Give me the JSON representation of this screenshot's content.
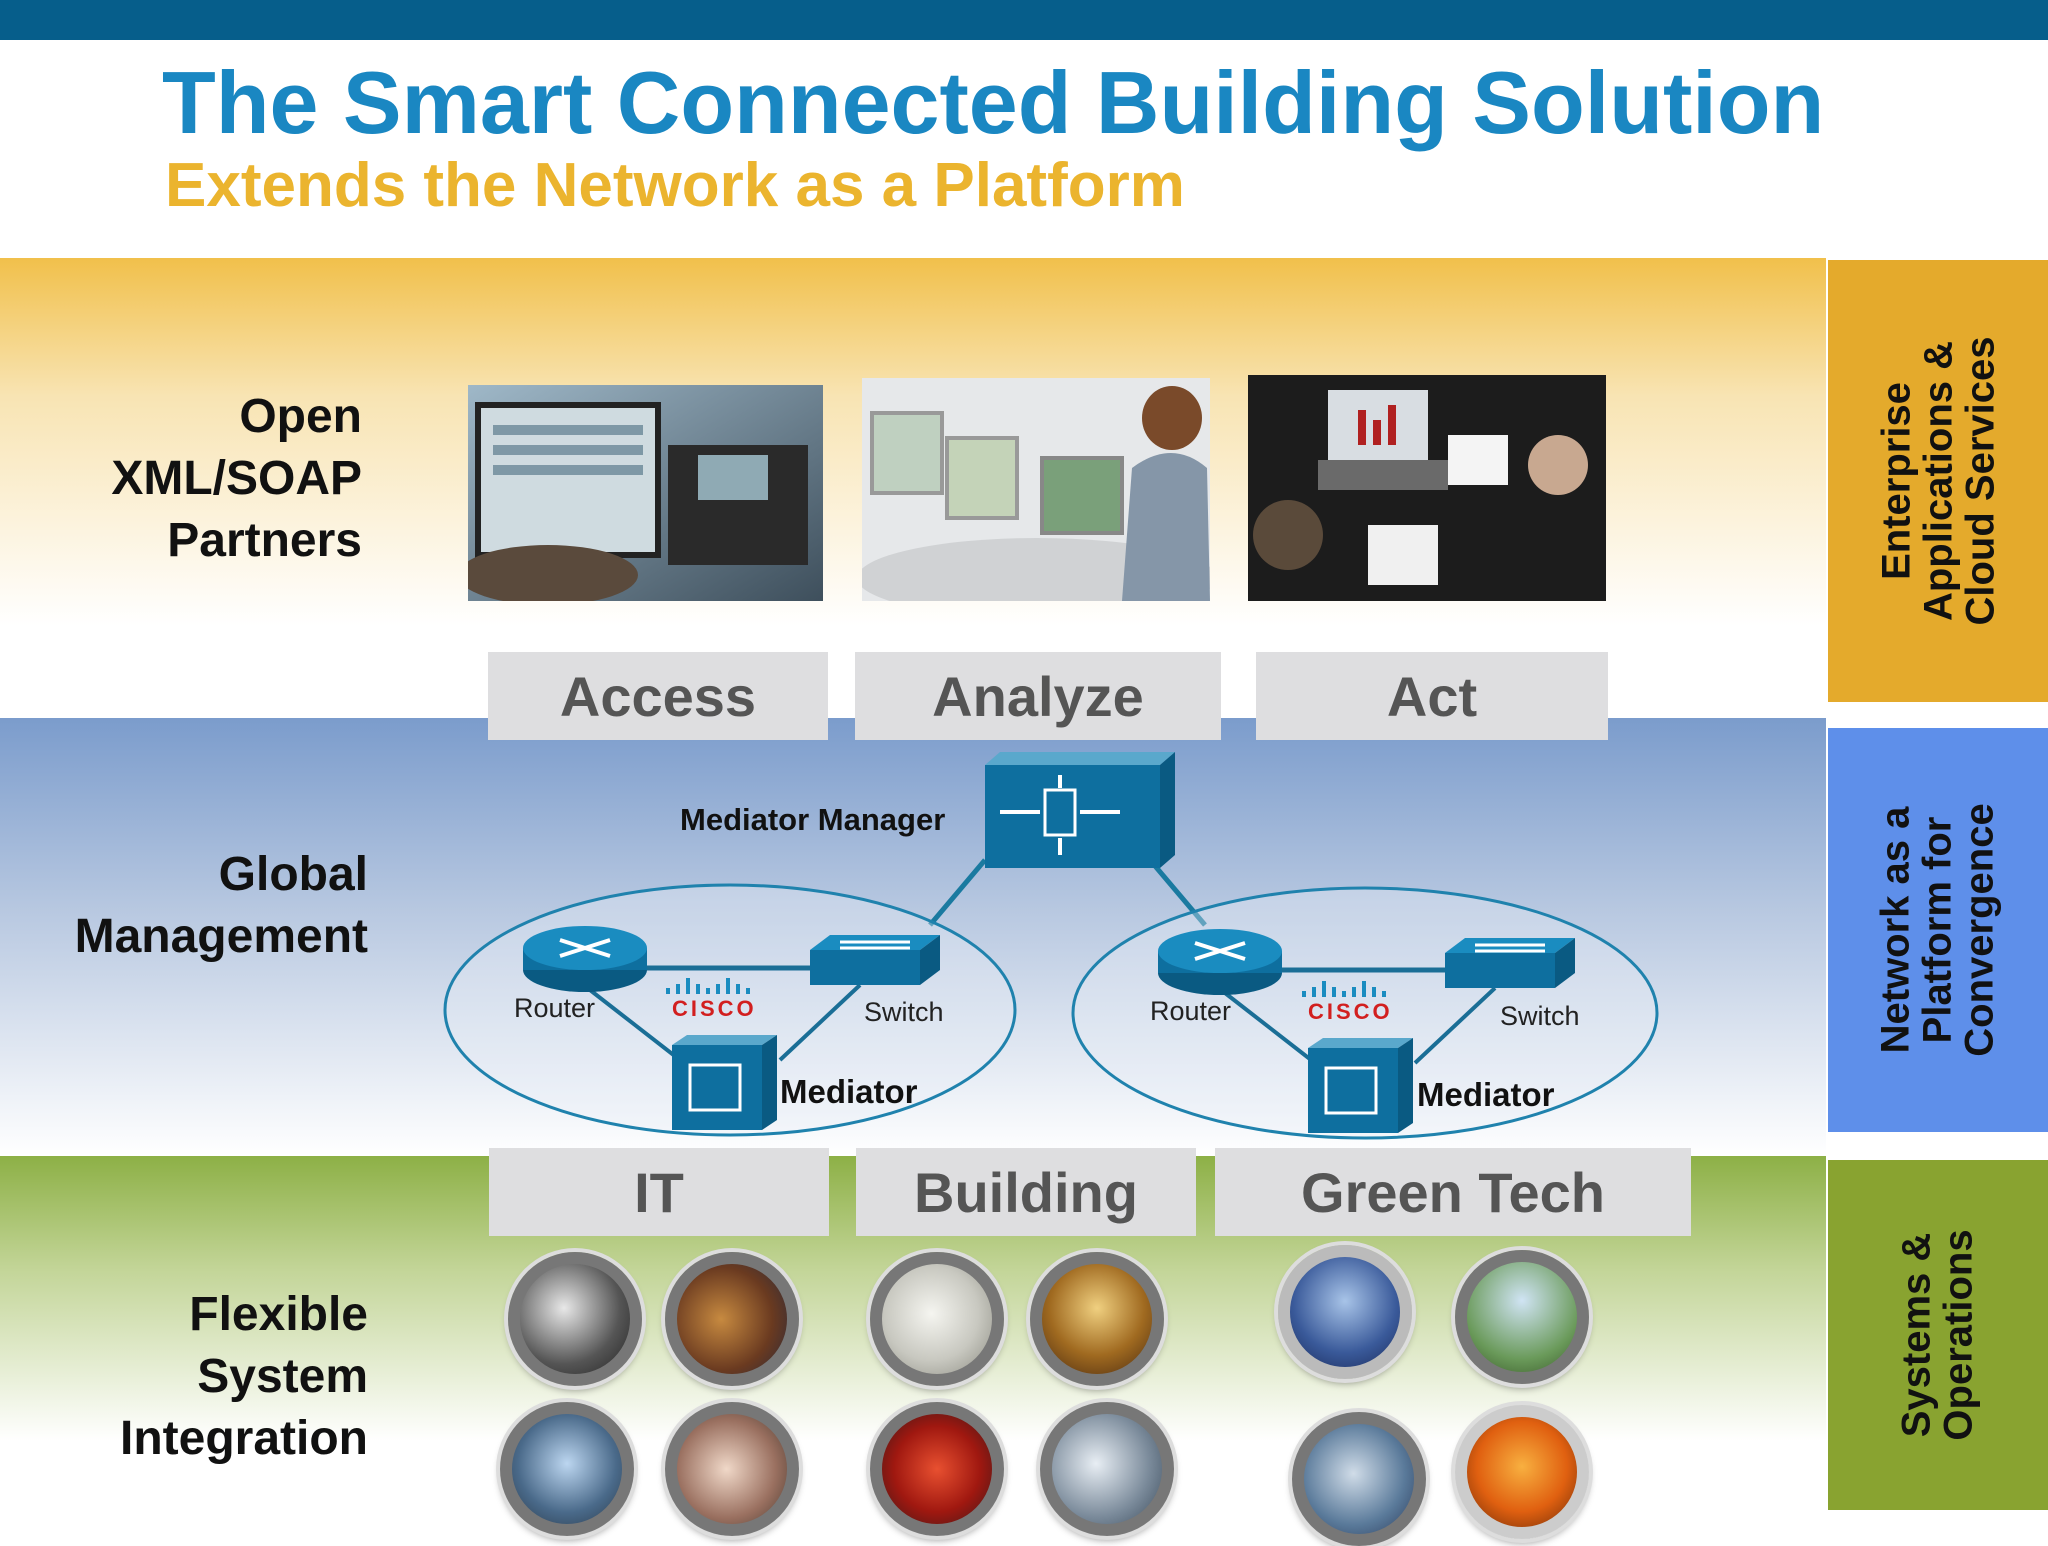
{
  "header": {
    "title": "The Smart Connected Building Solution",
    "subtitle": "Extends the Network as a Platform"
  },
  "rows": {
    "top": "Open\nXML/SOAP\nPartners",
    "middle": "Global\nManagement",
    "bottom": "Flexible\nSystem\nIntegration"
  },
  "side": {
    "top": "Enterprise\nApplications &\nCloud Services",
    "middle": "Network as a\nPlatform for\nConvergence",
    "bottom": "Systems &\nOperations"
  },
  "tabs_top": [
    "Access",
    "Analyze",
    "Act"
  ],
  "tabs_bottom": [
    "IT",
    "Building",
    "Green Tech"
  ],
  "network": {
    "manager": "Mediator Manager",
    "router": "Router",
    "switch": "Switch",
    "mediator": "Mediator",
    "brand": "CISCO"
  },
  "colors": {
    "title": "#1a87c2",
    "subtitle": "#ebb42e",
    "enterprise": "#e4aa2c",
    "network": "#5e8fea",
    "systems": "#89a330",
    "device": "#0f78a8"
  }
}
